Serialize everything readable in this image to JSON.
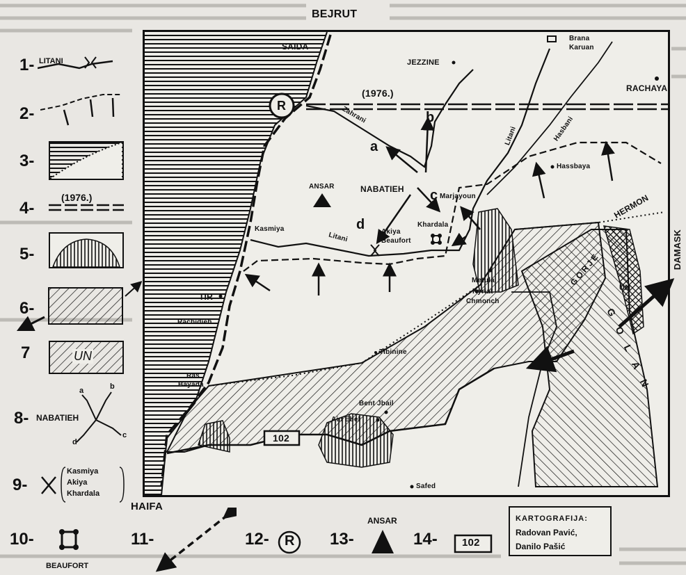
{
  "map": {
    "cities": {
      "bejrut": "BEJRUT",
      "saida": "SAIDA",
      "jezzine": "JEZZINE",
      "brana_karuan": "Brana\nKaruan",
      "brana": "Brana",
      "karuan": "Karuan",
      "rachaya": "RACHAYA",
      "nabatieh": "NABATIEH",
      "marjayoun": "Marjayoun",
      "akiya": "Akiya",
      "beaufort": "Beaufort",
      "khardala": "Khardala",
      "kasmiya": "Kasmiya",
      "tir": "TIR",
      "rachidieh": "Rachidieh",
      "ras": "Ras",
      "bayada": "Bayada",
      "tibinine": "Tibinine",
      "bent_jbail": "Bent Jbail",
      "ain_ebel": "Ain Ebel",
      "safed": "Safed",
      "haifa": "HAIFA",
      "metula": "Metula",
      "kyriat": "Kyriat",
      "chmonch": "Chmonch",
      "hassbaya": "Hassbaya",
      "ansar": "ANSAR",
      "damask": "DAMASK"
    },
    "rivers": {
      "zahrani": "Zahrani",
      "litani_north": "Litani",
      "hasbani": "Hasbani",
      "litani_south": "Litani"
    },
    "regions": {
      "hermon": "HERMON",
      "gorje": "GORJE",
      "golan": "GOLAN",
      "un": "UN"
    },
    "line_1976": "(1976.)",
    "road_102": "102",
    "route_letters": [
      "a",
      "b",
      "c",
      "d"
    ],
    "r_marker": "R"
  },
  "legend": [
    {
      "num": "1-",
      "text": "LITANI"
    },
    {
      "num": "2-",
      "text": ""
    },
    {
      "num": "3-",
      "text": ""
    },
    {
      "num": "4-",
      "text": "(1976.)"
    },
    {
      "num": "5-",
      "text": ""
    },
    {
      "num": "6-",
      "text": ""
    },
    {
      "num": "7",
      "text": "UN"
    },
    {
      "num": "8-",
      "text": "NABATIEH"
    },
    {
      "num": "9-",
      "text": ""
    }
  ],
  "legend9_lines": [
    "Kasmiya",
    "Akiya",
    "Khardala"
  ],
  "legend8_letters": [
    "a",
    "b",
    "c",
    "d"
  ],
  "bottom_legend": {
    "n10": "10-",
    "n10_label": "BEAUFORT",
    "n11": "11-",
    "n12": "12-",
    "n12_symbol": "R",
    "n13": "13-",
    "n13_label": "ANSAR",
    "n14": "14-",
    "n14_symbol": "102"
  },
  "credit": {
    "title": "KARTOGRAFIJA:",
    "author1": "Radovan Pavić,",
    "author2": "Danilo Pašić"
  },
  "colors": {
    "ink": "#111111",
    "paper": "#efeee9",
    "background": "#e9e7e3"
  }
}
